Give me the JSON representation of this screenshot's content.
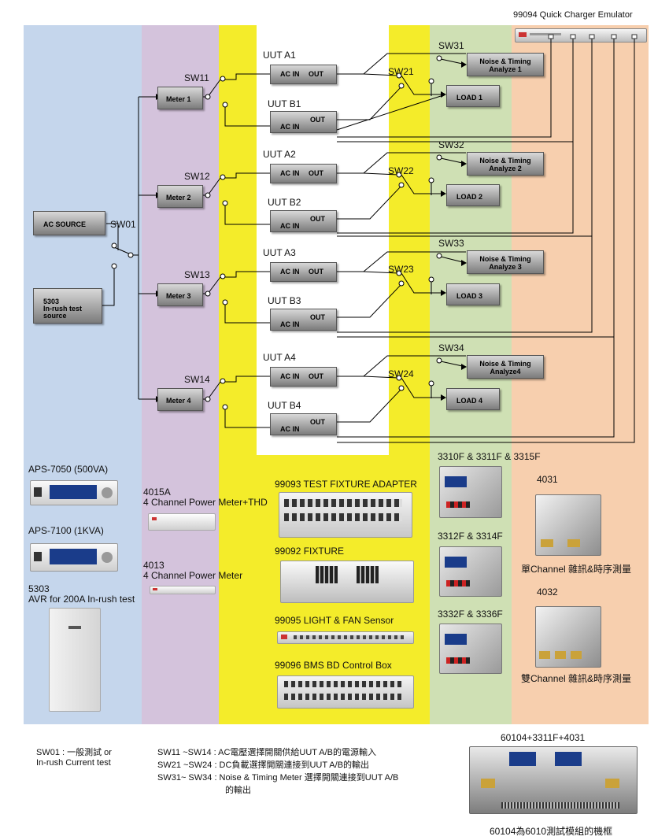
{
  "title": "99094 Quick Charger Emulator",
  "ac_source": "AC SOURCE",
  "inrush_source": [
    "5303",
    "In-rush test",
    "source"
  ],
  "switches": {
    "sw01": "SW01",
    "meter": [
      "SW11",
      "SW12",
      "SW13",
      "SW14"
    ],
    "load": [
      "SW21",
      "SW22",
      "SW23",
      "SW24"
    ],
    "noise": [
      "SW31",
      "SW32",
      "SW33",
      "SW34"
    ]
  },
  "meters": [
    "Meter 1",
    "Meter 2",
    "Meter 3",
    "Meter 4"
  ],
  "uut_a": [
    "UUT A1",
    "UUT A2",
    "UUT A3",
    "UUT A4"
  ],
  "uut_b": [
    "UUT B1",
    "UUT B2",
    "UUT B3",
    "UUT B4"
  ],
  "ac_in": "AC IN",
  "out": "OUT",
  "loads": [
    "LOAD 1",
    "LOAD 2",
    "LOAD 3",
    "LOAD 4"
  ],
  "noise_boxes": [
    [
      "Noise & Timing",
      "Analyze 1"
    ],
    [
      "Noise & Timing",
      "Analyze 2"
    ],
    [
      "Noise & Timing",
      "Analyze 3"
    ],
    [
      "Noise & Timing",
      "Analyze4"
    ]
  ],
  "products": {
    "aps7050": "APS-7050 (500VA)",
    "aps7100": "APS-7100 (1KVA)",
    "avr_line1": "5303",
    "avr_line2": "AVR for 200A In-rush test",
    "pm4015_line1": "4015A",
    "pm4015_line2": "4 Channel Power Meter+THD",
    "pm4013_line1": "4013",
    "pm4013_line2": "4 Channel Power Meter",
    "fixture_adapter": "99093 TEST FIXTURE ADAPTER",
    "fixture": "99092 FIXTURE",
    "sensor": "99095 LIGHT & FAN Sensor",
    "bms": "99096 BMS BD Control Box",
    "load_a": "3310F & 3311F & 3315F",
    "load_b": "3312F & 3314F",
    "load_c": "3332F & 3336F",
    "m4031": "4031",
    "m4031_desc": "單Channel 雜訊&時序測量",
    "m4032": "4032",
    "m4032_desc": "雙Channel 雜訊&時序測量"
  },
  "notes": {
    "sw01_line1": "SW01 : 一般測試 or",
    "sw01_line2": "In-rush Current test",
    "sw11": "SW11 ~SW14 : AC電壓選擇開關供給UUT A/B的電源輸入",
    "sw21": "SW21 ~SW24 : DC負載選擇開關連接到UUT A/B的輸出",
    "sw31_line1": "SW31~ SW34 : Noise & Timing Meter 選擇開關連接到UUT A/B",
    "sw31_line2": "的輸出"
  },
  "rack": {
    "title": "60104+3311F+4031",
    "caption": "60104為6010測試模組的機框"
  }
}
